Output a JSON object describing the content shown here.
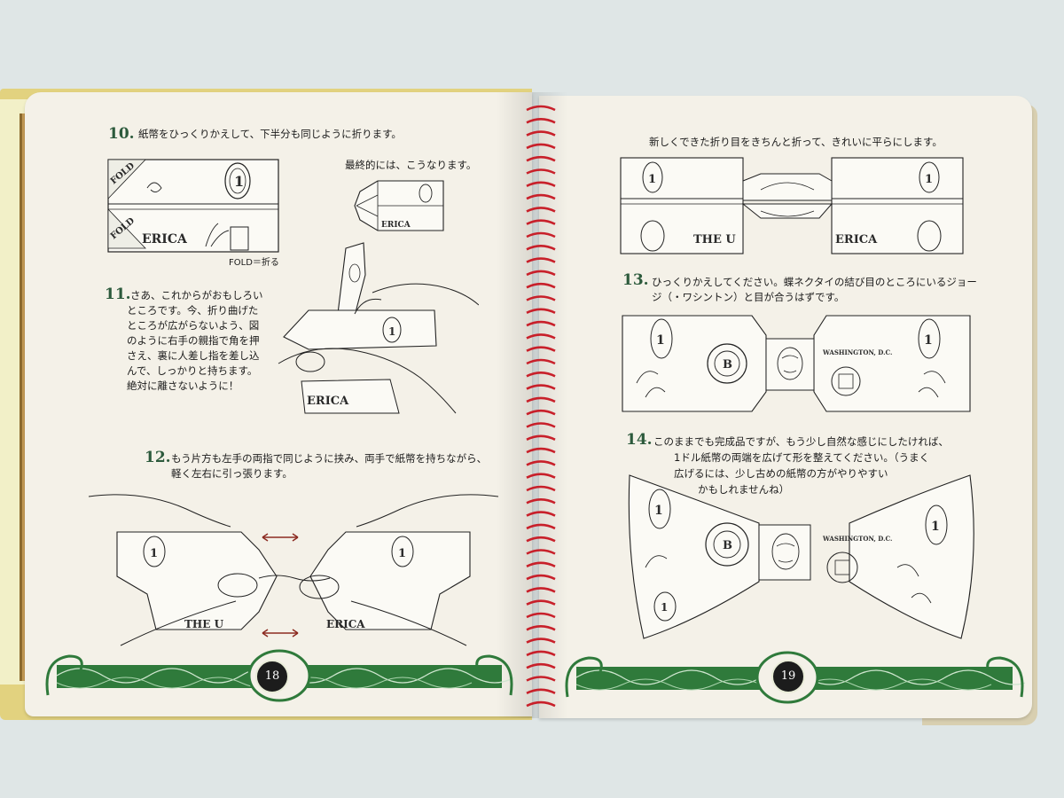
{
  "left_page": {
    "step10": {
      "number": "10.",
      "text": "紙幣をひっくりかえして、下半分も同じように折ります。",
      "final_caption": "最終的には、こうなります。",
      "fold_note": "FOLD＝折る",
      "fold_label": "FOLD",
      "bill_word": "ERICA"
    },
    "step11": {
      "number": "11.",
      "lines": [
        "さあ、これからがおもしろい",
        "ところです。今、折り曲げた",
        "ところが広がらないよう、図",
        "のように右手の親指で角を押",
        "さえ、裏に人差し指を差し込",
        "んで、しっかりと持ちます。",
        "絶対に離さないように！"
      ],
      "bill_word": "ERICA"
    },
    "step12": {
      "number": "12.",
      "lines": [
        "もう片方も左手の両指で同じように挟み、両手で紙幣を持ちながら、",
        "軽く左右に引っ張ります。"
      ],
      "left_word": "THE U",
      "right_word": "ERICA"
    },
    "page_number": "18"
  },
  "right_page": {
    "step_intro": {
      "text": "新しくできた折り目をきちんと折って、きれいに平らにします。",
      "left_word": "THE U",
      "right_word": "ERICA"
    },
    "step13": {
      "number": "13.",
      "lines": [
        "ひっくりかえしてください。蝶ネクタイの結び目のところにいるジョー",
        "ジ（・ワシントン）と目が合うはずです。"
      ],
      "bill_text": "WASHINGTON, D.C.",
      "seal_letter": "B"
    },
    "step14": {
      "number": "14.",
      "lines": [
        "このままでも完成品ですが、もう少し自然な感じにしたければ、",
        "1ドル紙幣の両端を広げて形を整えてください。（うまく",
        "広げるには、少し古めの紙幣の方がやりやすい",
        "かもしれませんね）"
      ],
      "bill_text": "WASHINGTON, D.C.",
      "seal_letter": "B"
    },
    "page_number": "19"
  },
  "bill_denomination": "1",
  "colors": {
    "background": "#dfe6e6",
    "page": "#f4f1e8",
    "accent_green": "#2f7a3b",
    "binding_red": "#c8202a",
    "cover": "#e9dd8f"
  }
}
